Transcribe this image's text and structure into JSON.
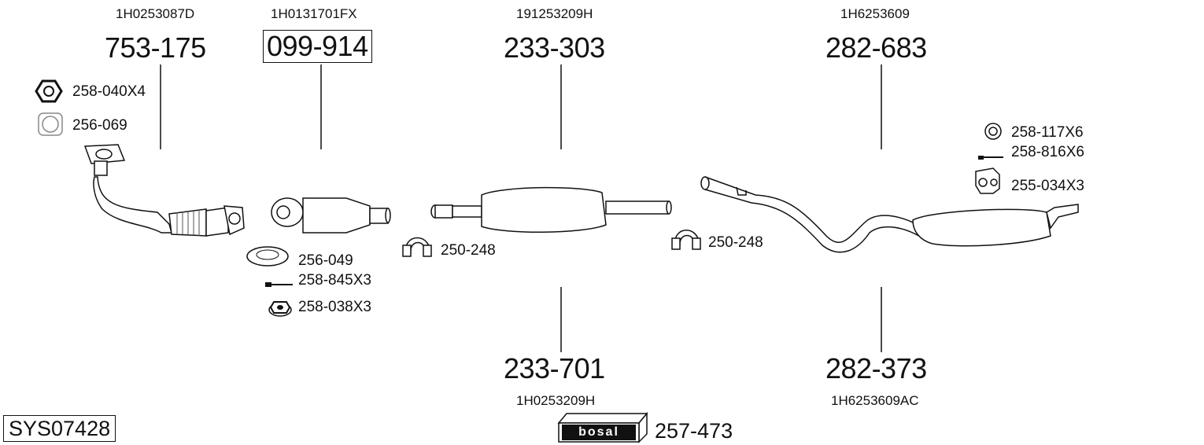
{
  "system_code": "SYS07428",
  "parts": [
    {
      "oem": "1H0253087D",
      "number": "753-175"
    },
    {
      "oem": "1H0131701FX",
      "number": "099-914"
    },
    {
      "oem": "191253209H",
      "number": "233-303"
    },
    {
      "oem": "1H6253609",
      "number": "282-683"
    },
    {
      "oem": "1H0253209H",
      "number": "233-701"
    },
    {
      "oem": "1H6253609AC",
      "number": "282-373"
    }
  ],
  "accessories": {
    "nut_1": "258-040X4",
    "gasket_1": "256-069",
    "gasket_2": "256-049",
    "bolt_1": "258-845X3",
    "nut_2": "258-038X3",
    "clamp_1": "250-248",
    "clamp_2": "250-248",
    "ring_1": "258-117X6",
    "bolt_2": "258-816X6",
    "hanger": "255-034X3",
    "paste": "257-473"
  },
  "brand": {
    "logo_text": "bosal"
  }
}
